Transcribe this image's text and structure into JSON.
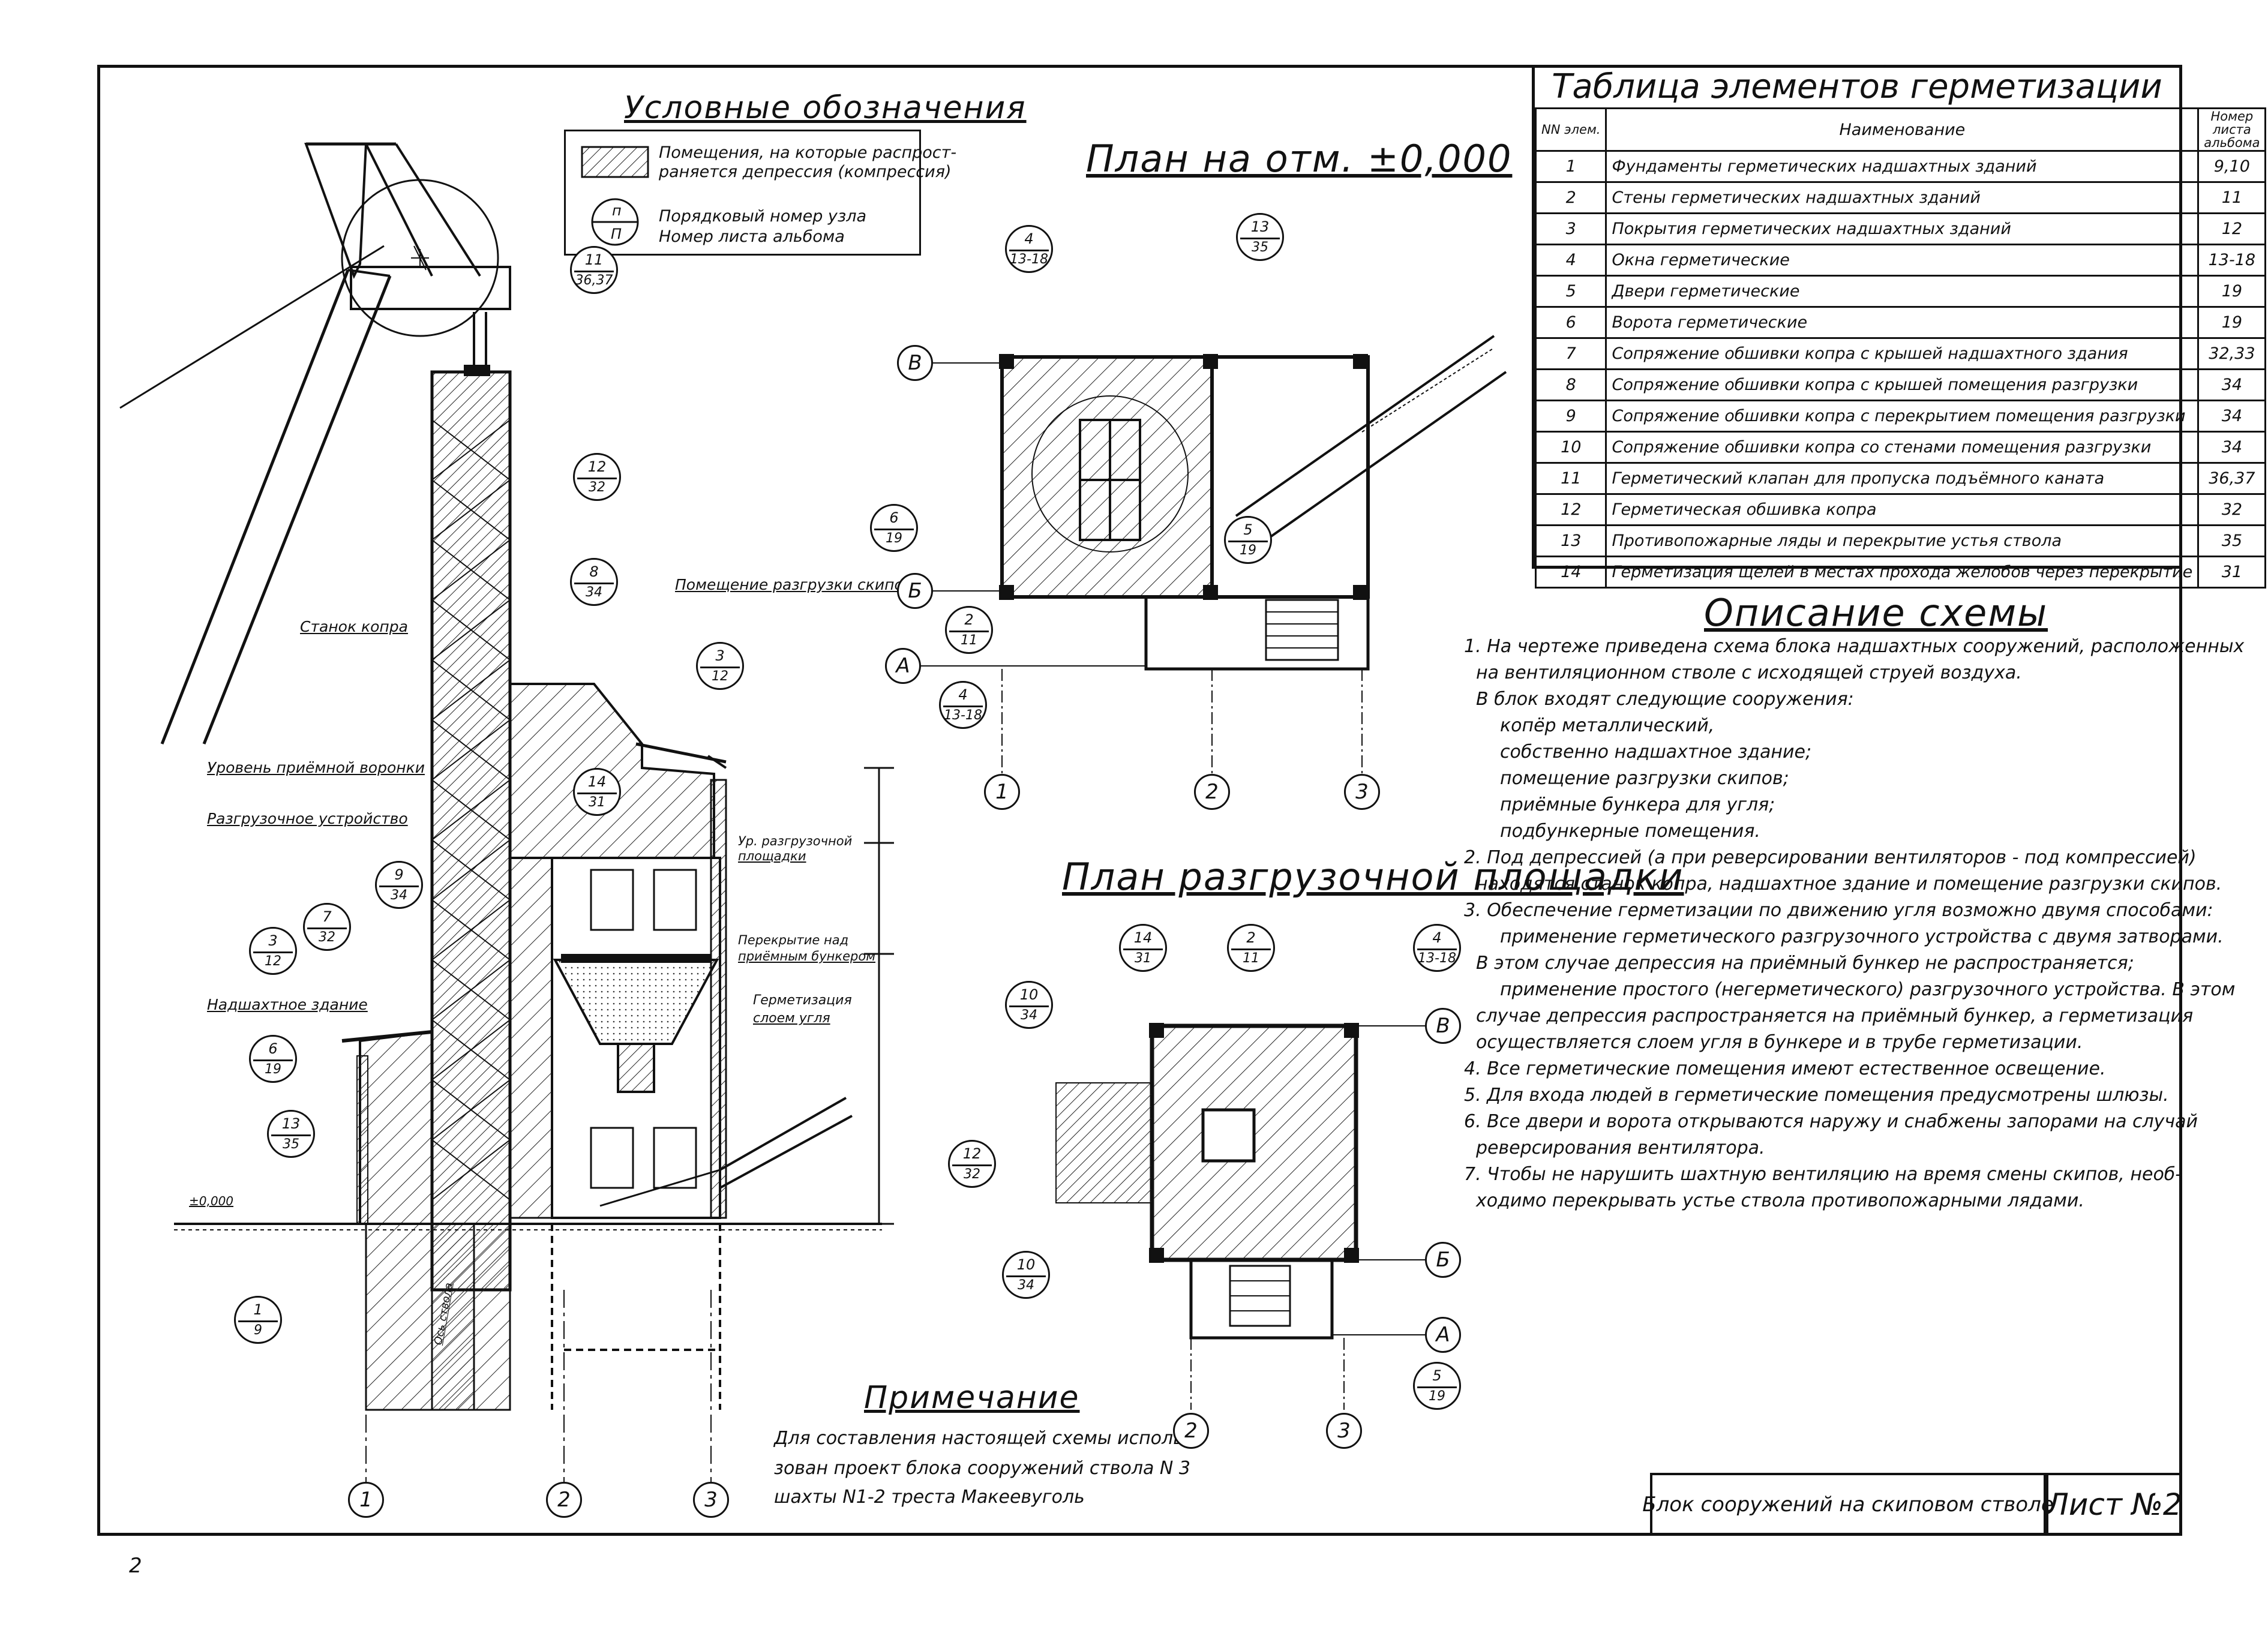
{
  "legend": {
    "title": "Условные обозначения",
    "item1": "Помещения, на которые распрост-",
    "item1b": "раняется депрессия (компрессия)",
    "item2": "Порядковый номер узла",
    "item3": "Номер листа альбома",
    "sym_top": "п",
    "sym_bottom": "П"
  },
  "plan1_title": "План на отм. ±0,000",
  "plan2_title": "План разгрузочной площадки",
  "table": {
    "title": "Таблица элементов герметизации",
    "col_no": "NN элем.",
    "col_name": "Наименование",
    "col_page": "Номер листа альбома",
    "rows": [
      {
        "n": "1",
        "name": "Фундаменты герметических надшахтных зданий",
        "p": "9,10"
      },
      {
        "n": "2",
        "name": "Стены герметических надшахтных зданий",
        "p": "11"
      },
      {
        "n": "3",
        "name": "Покрытия герметических надшахтных зданий",
        "p": "12"
      },
      {
        "n": "4",
        "name": "Окна герметические",
        "p": "13-18"
      },
      {
        "n": "5",
        "name": "Двери герметические",
        "p": "19"
      },
      {
        "n": "6",
        "name": "Ворота герметические",
        "p": "19"
      },
      {
        "n": "7",
        "name": "Сопряжение обшивки копра с крышей надшахтного здания",
        "p": "32,33"
      },
      {
        "n": "8",
        "name": "Сопряжение обшивки копра с крышей помещения разгрузки",
        "p": "34"
      },
      {
        "n": "9",
        "name": "Сопряжение обшивки копра с перекрытием помещения разгрузки",
        "p": "34"
      },
      {
        "n": "10",
        "name": "Сопряжение обшивки копра со стенами помещения разгрузки",
        "p": "34"
      },
      {
        "n": "11",
        "name": "Герметический клапан для пропуска подъёмного каната",
        "p": "36,37"
      },
      {
        "n": "12",
        "name": "Герметическая обшивка копра",
        "p": "32"
      },
      {
        "n": "13",
        "name": "Противопожарные ляды и перекрытие устья ствола",
        "p": "35"
      },
      {
        "n": "14",
        "name": "Герметизация щелей в местах прохода желобов через перекрытие",
        "p": "31"
      }
    ]
  },
  "description": {
    "title": "Описание схемы",
    "lines": [
      "1. На чертеже приведена схема блока надшахтных сооружений, расположенных",
      "на вентиляционном стволе с исходящей струей воздуха.",
      "В блок входят следующие сооружения:",
      "копёр металлический,",
      "собственно надшахтное здание;",
      "помещение разгрузки скипов;",
      "приёмные бункера для угля;",
      "подбункерные помещения.",
      "2. Под депрессией (а при реверсировании вентиляторов - под компрессией)",
      "находятся станок копра, надшахтное здание и помещение разгрузки скипов.",
      "3. Обеспечение герметизации по движению угля возможно двумя способами:",
      "применение герметического разгрузочного устройства с двумя затворами.",
      "В этом случае депрессия на приёмный бункер не распространяется;",
      "применение простого (негерметического) разгрузочного устройства. В этом",
      "случае депрессия распространяется на приёмный бункер, а герметизация",
      "осуществляется слоем угля в бункере и в трубе герметизации.",
      "4. Все герметические помещения имеют естественное освещение.",
      "5. Для входа людей в герметические помещения предусмотрены шлюзы.",
      "6. Все двери и ворота открываются наружу и снабжены запорами на случай",
      "реверсирования вентилятора.",
      "7. Чтобы не нарушить шахтную вентиляцию на время смены скипов, необ-",
      "ходимо перекрывать устье ствола противопожарными лядами."
    ]
  },
  "note": {
    "title": "Примечание",
    "lines": [
      "Для составления настоящей схемы исполь-",
      "зован проект блока сооружений ствола N 3",
      "шахты N1-2 треста Макеевуголь"
    ]
  },
  "section_labels": {
    "stanok": "Станок копра",
    "uroven": "Уровень приёмной воронки",
    "razgr_ustr": "Разгрузочное устройство",
    "nadsh": "Надшахтное здание",
    "pom_razgr": "Помещение разгрузки скипов",
    "ur_ploshch": "Ур. разгрузочной",
    "ur_ploshch2": "площадки",
    "perekr": "Перекрытие над",
    "perekr2": "приёмным бункером",
    "germ": "Герметизация",
    "germ2": "слоем угля",
    "level": "±0,000",
    "vertical": "Ось ствола"
  },
  "callouts": {
    "c11": [
      "11",
      "36,37"
    ],
    "c12": [
      "12",
      "32"
    ],
    "c8": [
      "8",
      "34"
    ],
    "c3": [
      "3",
      "12"
    ],
    "c14": [
      "14",
      "31"
    ],
    "c9": [
      "9",
      "34"
    ],
    "c7": [
      "7",
      "32"
    ],
    "c3b": [
      "3",
      "12"
    ],
    "c6": [
      "6",
      "19"
    ],
    "c13": [
      "13",
      "35"
    ],
    "c1": [
      "1",
      "9"
    ],
    "p4": [
      "4",
      "13-18"
    ],
    "p13": [
      "13",
      "35"
    ],
    "p6": [
      "6",
      "19"
    ],
    "p5": [
      "5",
      "19"
    ],
    "p2": [
      "2",
      "11"
    ],
    "p4b": [
      "4",
      "13-18"
    ],
    "q14": [
      "14",
      "31"
    ],
    "q2": [
      "2",
      "11"
    ],
    "q4": [
      "4",
      "13-18"
    ],
    "q10": [
      "10",
      "34"
    ],
    "q12": [
      "12",
      "32"
    ],
    "q10b": [
      "10",
      "34"
    ],
    "q5": [
      "5",
      "19"
    ]
  },
  "axes": {
    "a1": "1",
    "a2": "2",
    "a3": "3",
    "B": "В",
    "Bb": "Б",
    "A": "А"
  },
  "title_block": {
    "name": "Блок сооружений на скиповом стволе",
    "sheet": "Лист №2"
  },
  "page_number": "2"
}
